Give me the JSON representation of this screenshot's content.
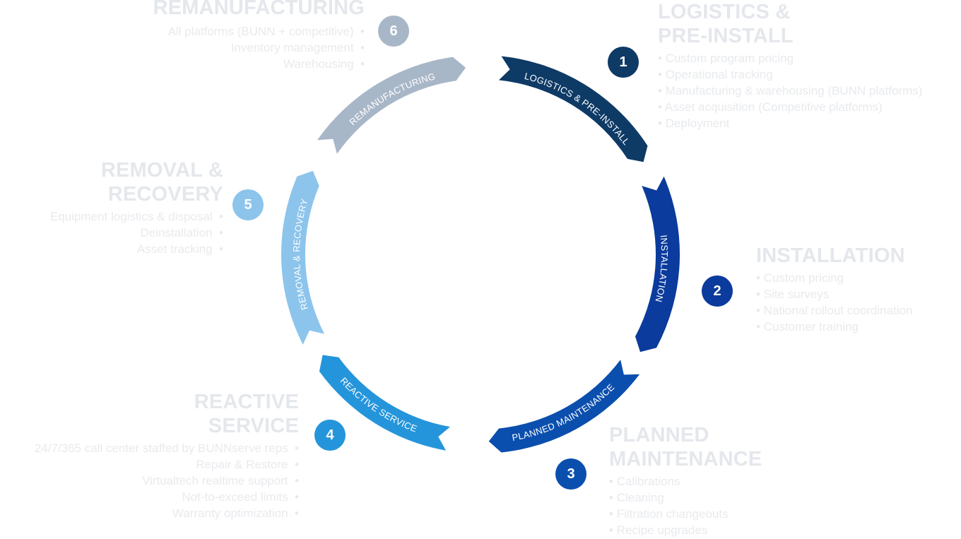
{
  "colors": {
    "logistics": "#0e3a66",
    "installation": "#0b3b9c",
    "planned": "#0b4fae",
    "reactive": "#2595db",
    "removal": "#8cc4ec",
    "reman": "#a8b7c8",
    "text_light": "#e4e7eb"
  },
  "cycle": {
    "segments": [
      {
        "label": "LOGISTICS & PRE-INSTALL",
        "color": "#0e3a66"
      },
      {
        "label": "INSTALLATION",
        "color": "#0b3b9c"
      },
      {
        "label": "PLANNED MAINTENANCE",
        "color": "#0b4fae"
      },
      {
        "label": "REACTIVE SERVICE",
        "color": "#2595db"
      },
      {
        "label": "REMOVAL & RECOVERY",
        "color": "#8cc4ec"
      },
      {
        "label": "REMANUFACTURING",
        "color": "#a8b7c8"
      }
    ]
  },
  "stages": {
    "logistics": {
      "number": "1",
      "title_1": "LOGISTICS &",
      "title_2": "PRE-INSTALL",
      "items": [
        "Custom program pricing",
        "Operational tracking",
        "Manufacturing & warehousing (BUNN platforms)",
        "Asset acquisition (Competitive platforms)",
        "Deployment"
      ]
    },
    "installation": {
      "number": "2",
      "title_1": "INSTALLATION",
      "items": [
        "Custom pricing",
        "Site surveys",
        "National rollout coordination",
        "Customer training"
      ]
    },
    "planned": {
      "number": "3",
      "title_1": "PLANNED",
      "title_2": "MAINTENANCE",
      "items": [
        "Calibrations",
        "Cleaning",
        "Filtration changeouts",
        "Recipe upgrades"
      ]
    },
    "reactive": {
      "number": "4",
      "title_1": "REACTIVE",
      "title_2": "SERVICE",
      "items": [
        "24/7/365 call center staffed by BUNNserve reps",
        "Repair & Restore",
        "Virtualtech realtime support",
        "Not-to-exceed limits",
        "Warranty optimization"
      ]
    },
    "removal": {
      "number": "5",
      "title_1": "REMOVAL &",
      "title_2": "RECOVERY",
      "items": [
        "Equipment logistics & disposal",
        "Deinstallation",
        "Asset tracking"
      ]
    },
    "reman": {
      "number": "6",
      "title_1": "REMANUFACTURING",
      "items": [
        "All platforms (BUNN + competitive)",
        "Inventory management",
        "Warehousing"
      ]
    }
  }
}
